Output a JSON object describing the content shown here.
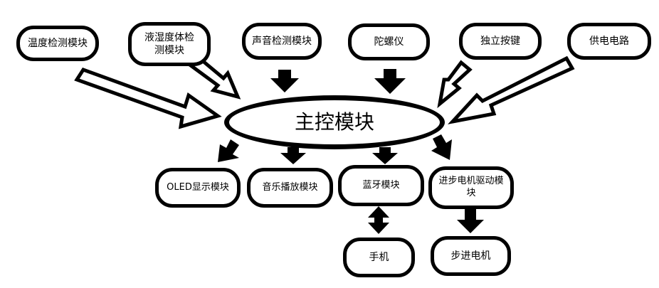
{
  "nodes": {
    "temp": "温度检测模块",
    "liquid_line1": "液湿度体检",
    "liquid_line2": "测模块",
    "sound": "声音检测模块",
    "gyro": "陀螺仪",
    "key": "独立按键",
    "power": "供电电路",
    "main": "主控模块",
    "oled": "OLED显示模块",
    "music": "音乐播放模块",
    "bt": "蓝牙模块",
    "driver": "进步电机驱动模块",
    "phone": "手机",
    "motor": "步进电机"
  },
  "colors": {
    "stroke": "#000000",
    "fill": "#ffffff"
  }
}
